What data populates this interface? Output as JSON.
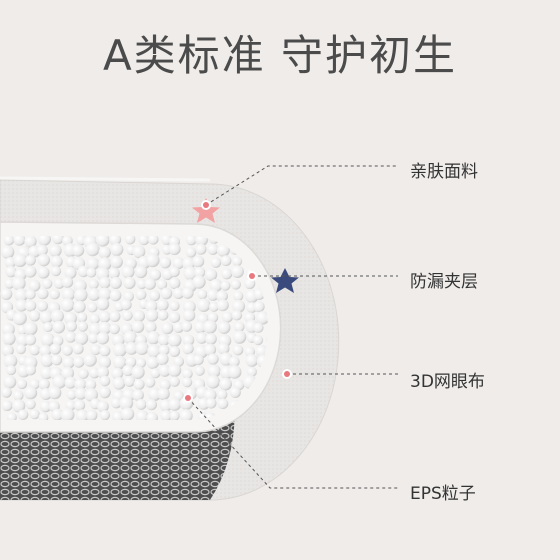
{
  "headline": "A类标准  守护初生",
  "layers": [
    {
      "label": "亲肤面料"
    },
    {
      "label": "防漏夹层"
    },
    {
      "label": "3D网眼布"
    },
    {
      "label": "EPS粒子"
    }
  ],
  "colors": {
    "background": "#efecea",
    "pink_star": "#f2a2a2",
    "navy_star": "#3b4a7c",
    "marker": "#e7797f",
    "mesh_dark": "#5c5c5c"
  }
}
